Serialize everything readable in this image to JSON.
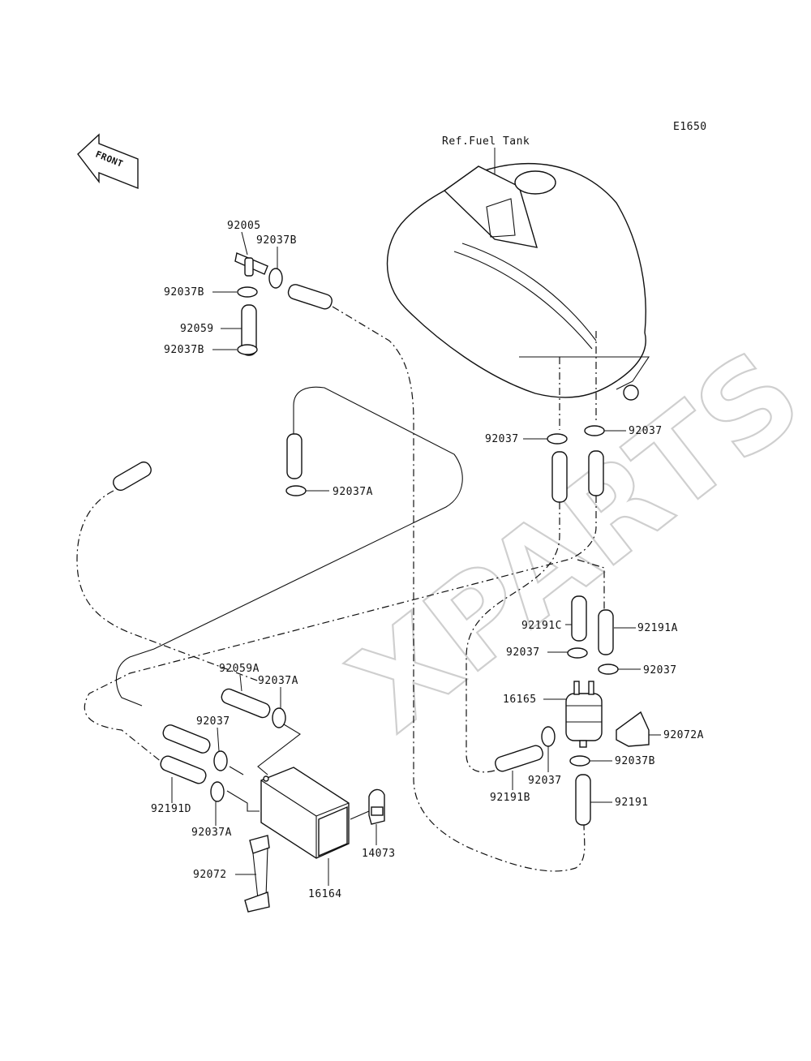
{
  "diagram": {
    "code": "E1650",
    "front_marker": "FRONT",
    "watermark": "XPARTS",
    "labels": {
      "ref_fuel_tank": "Ref.Fuel Tank",
      "p92005": "92005",
      "p92037B_top": "92037B",
      "p92037B_left": "92037B",
      "p92059": "92059",
      "p92037B_low": "92037B",
      "p92037_tank_l": "92037",
      "p92037_tank_r": "92037",
      "p92037A_mid": "92037A",
      "p92191C": "92191C",
      "p92191A": "92191A",
      "p92037_filter_l": "92037",
      "p92037_filter_r": "92037",
      "p16165": "16165",
      "p92072A": "92072A",
      "p92037B_filter": "92037B",
      "p92037_bottom": "92037",
      "p92191B": "92191B",
      "p92191": "92191",
      "p92059A": "92059A",
      "p92037A_can": "92037A",
      "p92037_can": "92037",
      "p92191D": "92191D",
      "p92037A_low": "92037A",
      "p92072": "92072",
      "p16164": "16164",
      "p14073": "14073"
    }
  }
}
